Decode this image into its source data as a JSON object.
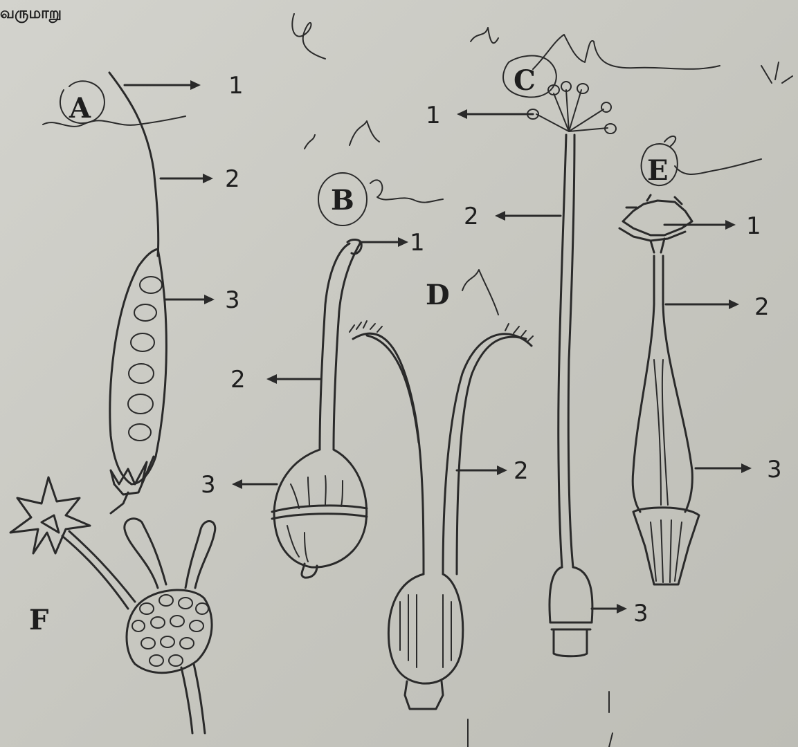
{
  "header_text": "வருமாறு",
  "figures": {
    "A": {
      "letter": "A",
      "labels": [
        "1",
        "2",
        "3"
      ]
    },
    "B": {
      "letter": "B",
      "labels": [
        "1",
        "2",
        "3"
      ]
    },
    "C": {
      "letter": "C",
      "labels": [
        "1",
        "2",
        "3"
      ]
    },
    "D": {
      "letter": "D",
      "labels": [
        "2"
      ]
    },
    "E": {
      "letter": "E",
      "labels": [
        "1",
        "2",
        "3"
      ]
    },
    "F": {
      "letter": "F"
    }
  }
}
